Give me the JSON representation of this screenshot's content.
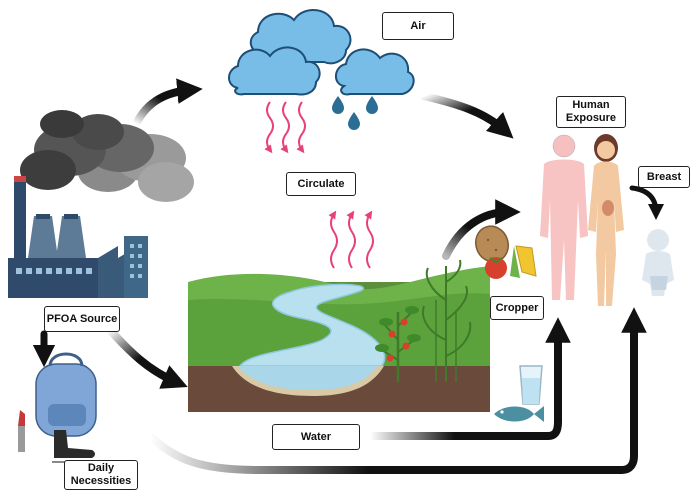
{
  "labels": {
    "air": "Air",
    "circulate": "Circulate",
    "human_exposure_line1": "Human",
    "human_exposure_line2": "Exposure",
    "breast": "Breast",
    "pfoa_source": "PFOA Source",
    "cropper": "Cropper",
    "water": "Water",
    "daily_line1": "Daily",
    "daily_line2": "Necessities"
  },
  "colors": {
    "cloud": "#6fb6e6",
    "raindrop": "#2b6d95",
    "wavy_arrow": "#e8407a",
    "grass": "#5aa33f",
    "soil": "#6a4a3a",
    "river": "#b8e0ee",
    "factory": "#2f4a6b",
    "smoke": "#555555",
    "arrow": "#111111"
  }
}
